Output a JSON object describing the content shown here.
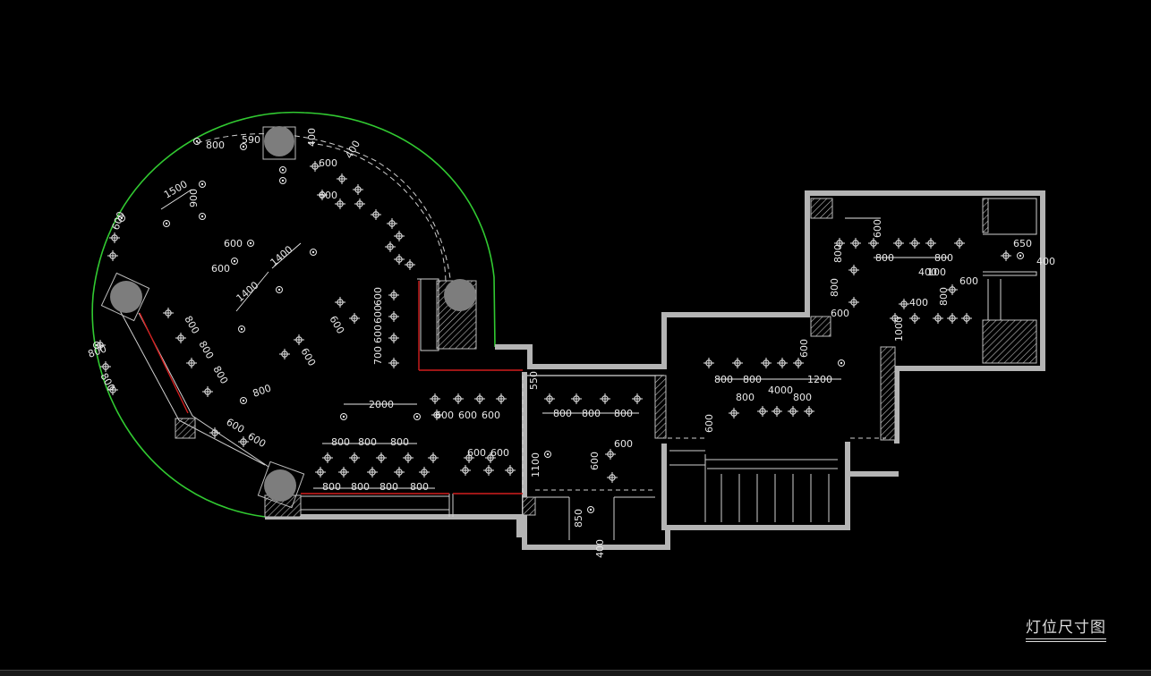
{
  "plan": {
    "title": "灯位尺寸图"
  },
  "colors": {
    "background": "#000000",
    "wall": "#b4b4b4",
    "outline_green": "#31c931",
    "red_line": "#d21e1e",
    "annotation": "#e8e8e8"
  },
  "dimensions": [
    "800",
    "590",
    "400",
    "600",
    "400",
    "600",
    "1500",
    "900",
    "600",
    "1400",
    "1400",
    "600",
    "600",
    "800",
    "600",
    "800",
    "800",
    "700",
    "600",
    "600",
    "600",
    "2000",
    "600",
    "600",
    "600",
    "800",
    "800",
    "800",
    "600",
    "600",
    "800",
    "800",
    "800",
    "800",
    "800",
    "800",
    "800",
    "600",
    "600",
    "550",
    "800",
    "800",
    "800",
    "600",
    "1100",
    "600",
    "850",
    "400",
    "800",
    "800",
    "1200",
    "800",
    "800",
    "4000",
    "600",
    "600",
    "800",
    "800",
    "400",
    "800",
    "600",
    "1000",
    "600",
    "600",
    "650",
    "400",
    "400",
    "800",
    "100",
    "600",
    "800"
  ],
  "dim_labels_rotated": [
    "1500",
    "900",
    "1400",
    "1400",
    "700",
    "600",
    "600",
    "550",
    "1100",
    "600",
    "850",
    "400",
    "600",
    "600",
    "800",
    "800",
    "1000",
    "400",
    "600"
  ],
  "icons": [
    "spotlight-icon",
    "downlight-icon",
    "column-icon"
  ]
}
